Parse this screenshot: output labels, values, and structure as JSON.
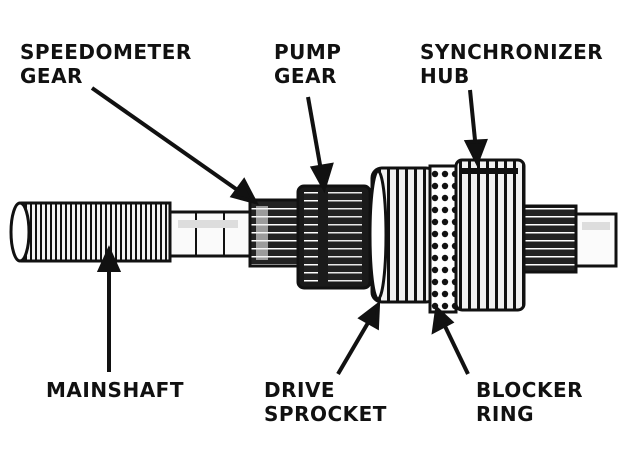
{
  "labels": {
    "speedometer_gear": [
      "SPEEDOMETER",
      "GEAR"
    ],
    "pump_gear": [
      "PUMP",
      "GEAR"
    ],
    "synchronizer_hub": [
      "SYNCHRONIZER",
      "HUB"
    ],
    "mainshaft": [
      "MAINSHAFT"
    ],
    "drive_sprocket": [
      "DRIVE",
      "SPROCKET"
    ],
    "blocker_ring": [
      "BLOCKER",
      "RING"
    ]
  },
  "colors": {
    "ink": "#111111",
    "paper": "#ffffff"
  }
}
